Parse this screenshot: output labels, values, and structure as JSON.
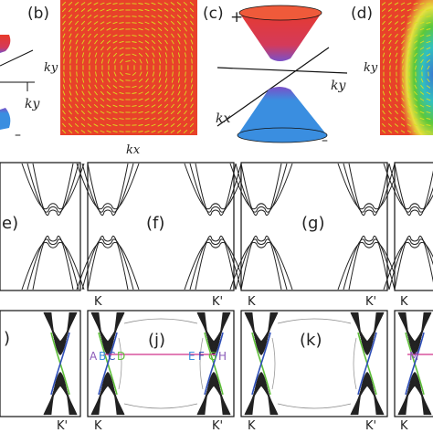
{
  "panel_labels": {
    "b": "(b)",
    "c": "(c)",
    "d": "(d)",
    "e": "e)",
    "f": "(f)",
    "g": "(g)",
    "i": ")",
    "j": "(j)",
    "k": "(k)"
  },
  "axis_labels": {
    "kx": "kx",
    "ky": "ky"
  },
  "signs": {
    "plus": "+",
    "minus": "–"
  },
  "valley_labels": {
    "K": "K",
    "Kp": "K'"
  },
  "letters_j_left": [
    "A",
    "B",
    "C",
    "D"
  ],
  "letters_j_right": [
    "E",
    "F",
    "G",
    "H"
  ],
  "letters_l": [
    "M"
  ],
  "colors": {
    "texture_bg": "#e8412a",
    "arrow": "#d8e020",
    "cone_upper": "#e83a2a",
    "cone_lower": "#3a8ee0",
    "band_green": "#5fbf3a",
    "band_blue": "#2f4fb8",
    "magenta": "#d0308a",
    "dense_band": "#222222"
  }
}
